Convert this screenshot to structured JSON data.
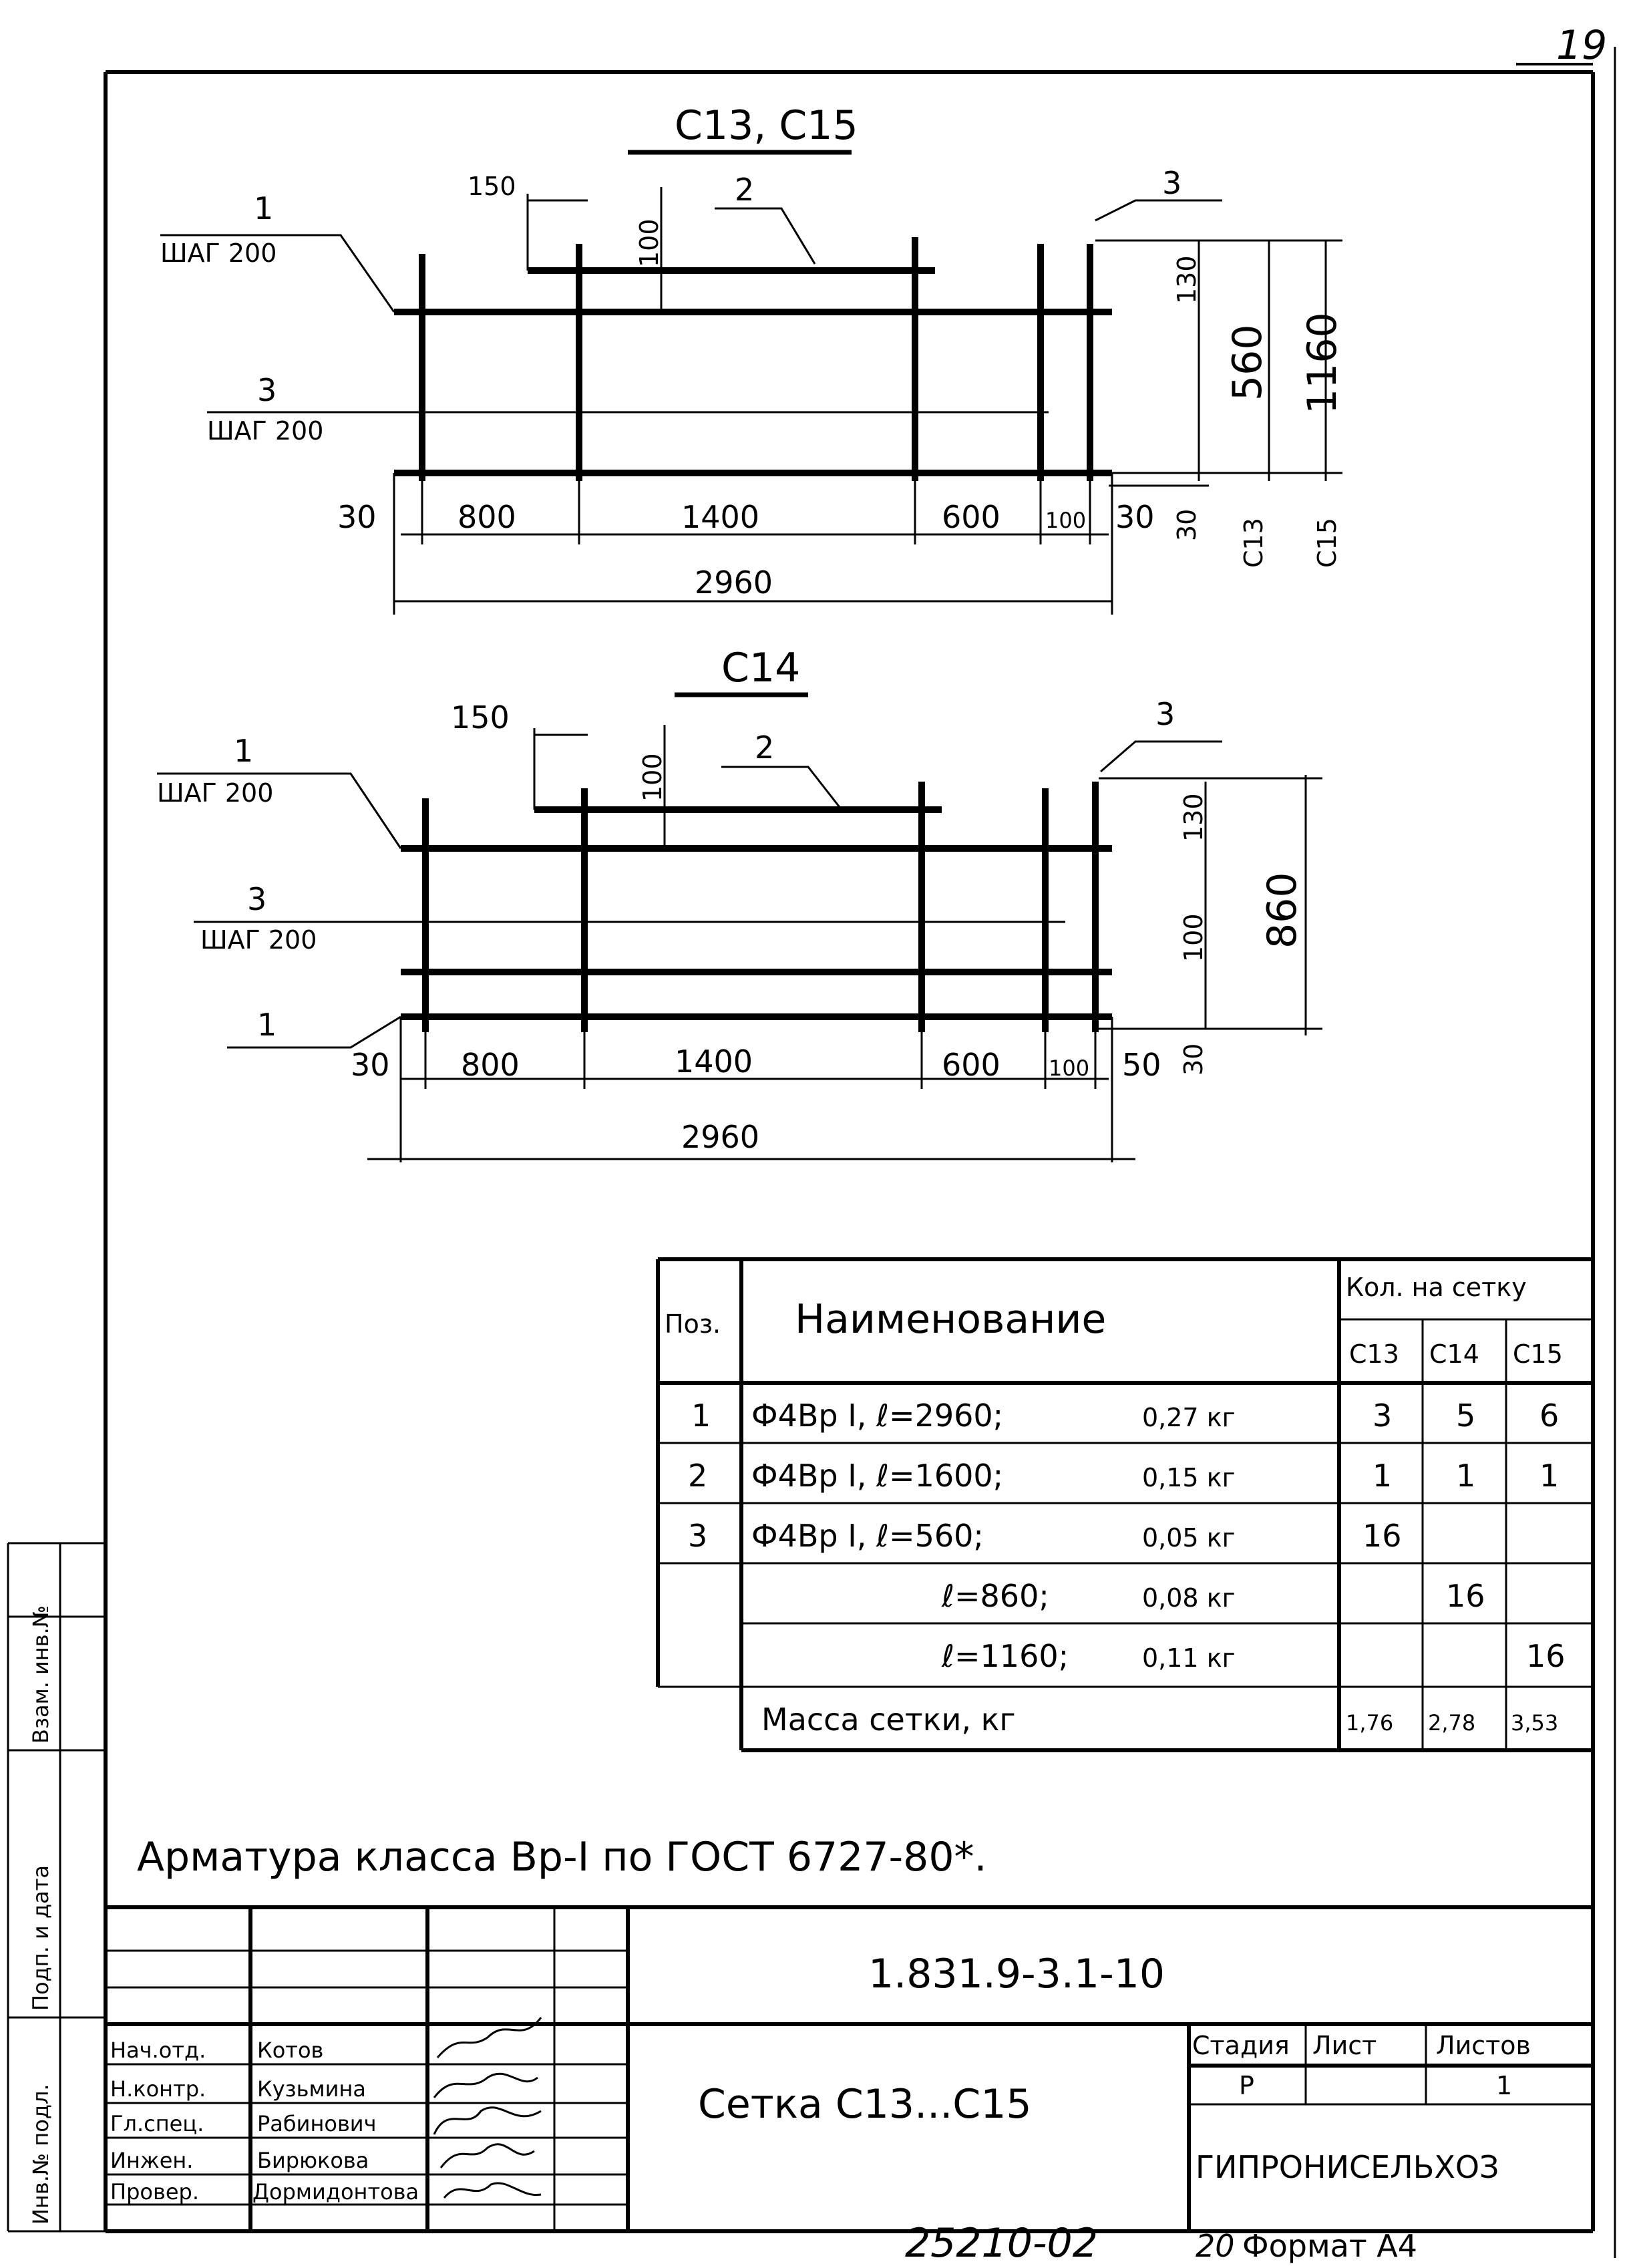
{
  "sheet_number": "19",
  "drawing_c13_c15": {
    "title": "С13, С15",
    "labels": {
      "pos1": "1",
      "pos1_step": "ШАГ 200",
      "pos2": "2",
      "pos3_top": "3",
      "pos3": "3",
      "pos3_step": "ШАГ 200"
    },
    "dims": {
      "d150": "150",
      "d100": "100",
      "d130": "130",
      "d560": "560",
      "d1160": "1160",
      "d30v": "30",
      "tag_c13": "С13",
      "tag_c15": "С15",
      "d30_left": "30",
      "d800": "800",
      "d1400": "1400",
      "d600": "600",
      "d100_right": "100",
      "d30_right": "30",
      "total": "2960"
    }
  },
  "drawing_c14": {
    "title": "С14",
    "labels": {
      "pos1": "1",
      "pos1_step": "ШАГ 200",
      "pos2": "2",
      "pos3_top": "3",
      "pos3": "3",
      "pos3_step": "ШАГ 200",
      "pos1_bottom": "1"
    },
    "dims": {
      "d150": "150",
      "d100": "100",
      "d130": "130",
      "d100_mid": "100",
      "d860": "860",
      "d30v": "30",
      "d30_left": "30",
      "d800": "800",
      "d1400": "1400",
      "d600": "600",
      "d100_right": "100",
      "d50_right": "50",
      "total": "2960"
    }
  },
  "spec_table": {
    "headers": {
      "pos": "Поз.",
      "name": "Наименование",
      "qty": "Кол. на сетку",
      "c13": "С13",
      "c14": "С14",
      "c15": "С15"
    },
    "rows": [
      {
        "pos": "1",
        "name": "Ф4Вр I, ℓ=2960;",
        "mass": "0,27 кг",
        "c13": "3",
        "c14": "5",
        "c15": "6"
      },
      {
        "pos": "2",
        "name": "Ф4Вр I, ℓ=1600;",
        "mass": "0,15 кг",
        "c13": "1",
        "c14": "1",
        "c15": "1"
      },
      {
        "pos": "3",
        "name": "Ф4Вр I, ℓ=560;",
        "mass": "0,05 кг",
        "c13": "16",
        "c14": "",
        "c15": ""
      },
      {
        "pos": "",
        "name": "ℓ=860;",
        "mass": "0,08 кг",
        "c13": "",
        "c14": "16",
        "c15": ""
      },
      {
        "pos": "",
        "name": "ℓ=1160;",
        "mass": "0,11 кг",
        "c13": "",
        "c14": "",
        "c15": "16"
      }
    ],
    "total": {
      "label": "Масса сетки, кг",
      "c13": "1,76",
      "c14": "2,78",
      "c15": "3,53"
    }
  },
  "note": "Арматура класса Вр-I по ГОСТ 6727-80*.",
  "side_stamp": {
    "inv_podl": "Инв.№ подл.",
    "podp_data": "Подп. и дата",
    "vzam": "Взам. инв.№"
  },
  "title_block": {
    "designation": "1.831.9-3.1-10",
    "name": "Сетка С13...С15",
    "stage_label": "Стадия",
    "sheet_label": "Лист",
    "sheets_label": "Листов",
    "stage": "Р",
    "sheet": "",
    "sheets": "1",
    "organization": "ГИПРОНИСЕЛЬХОЗ",
    "staff": [
      {
        "role": "Нач.отд.",
        "name": "Котов"
      },
      {
        "role": "Н.контр.",
        "name": "Кузьмина"
      },
      {
        "role": "Гл.спец.",
        "name": "Рабинович"
      },
      {
        "role": "Инжен.",
        "name": "Бирюкова"
      },
      {
        "role": "Провер.",
        "name": "Дормидонтова"
      }
    ]
  },
  "footer": {
    "archive_number": "25210-02",
    "sheet_ref": "20",
    "format": "Формат А4"
  }
}
